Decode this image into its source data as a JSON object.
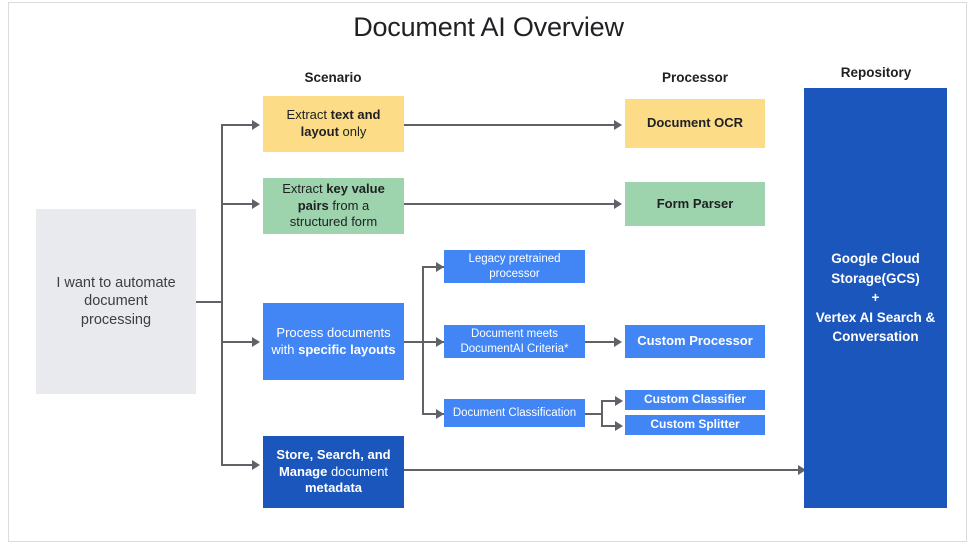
{
  "title": "Document AI Overview",
  "columns": {
    "scenario": "Scenario",
    "processor": "Processor",
    "repository": "Repository"
  },
  "colors": {
    "yellow": "#FCDC86",
    "green": "#9ED4AD",
    "blue": "#4285F4",
    "dark_blue": "#1B56BD",
    "grey": "#E8EAED",
    "connector": "#5F6368",
    "frame_border": "#DADCE0"
  },
  "input": {
    "label_line1": "I want to automate",
    "label_line2": "document",
    "label_line3": "processing"
  },
  "scenarios": [
    {
      "id": "extract-text-layout",
      "color": "yellow",
      "line1_regular": "Extract ",
      "line1_bold": "text and",
      "line2_bold": "layout",
      "line2_regular": " only"
    },
    {
      "id": "extract-key-value-pairs",
      "color": "green",
      "line1_regular": "Extract ",
      "line1_bold": "key value",
      "line2_bold": "pairs",
      "line2_regular": " from a",
      "line3_regular": "structured form"
    },
    {
      "id": "process-specific-layouts",
      "color": "blue",
      "line1_regular": "Process documents",
      "line2_regular": "with ",
      "line2_bold": "specific layouts"
    },
    {
      "id": "store-search-manage",
      "color": "dark_blue",
      "line1_bold": "Store, Search, and",
      "line2_bold": "Manage",
      "line2_regular": " document",
      "line3_bold": "metadata"
    }
  ],
  "middle_nodes": [
    {
      "id": "legacy-pretrained-processor",
      "line1": "Legacy pretrained",
      "line2": "processor"
    },
    {
      "id": "document-meets-criteria",
      "line1": "Document meets",
      "line2": "DocumentAI Criteria*"
    },
    {
      "id": "document-classification",
      "line1": "Document Classification",
      "line2": ""
    }
  ],
  "processors": [
    {
      "id": "document-ocr",
      "label": "Document OCR",
      "color": "yellow"
    },
    {
      "id": "form-parser",
      "label": "Form Parser",
      "color": "green"
    },
    {
      "id": "custom-processor",
      "label": "Custom Processor",
      "color": "blue"
    },
    {
      "id": "custom-classifier",
      "label": "Custom Classifier",
      "color": "blue"
    },
    {
      "id": "custom-splitter",
      "label": "Custom Splitter",
      "color": "blue"
    }
  ],
  "repository": {
    "line1": "Google Cloud",
    "line2": "Storage(GCS)",
    "line3": "+",
    "line4": "Vertex AI Search &",
    "line5": "Conversation"
  }
}
